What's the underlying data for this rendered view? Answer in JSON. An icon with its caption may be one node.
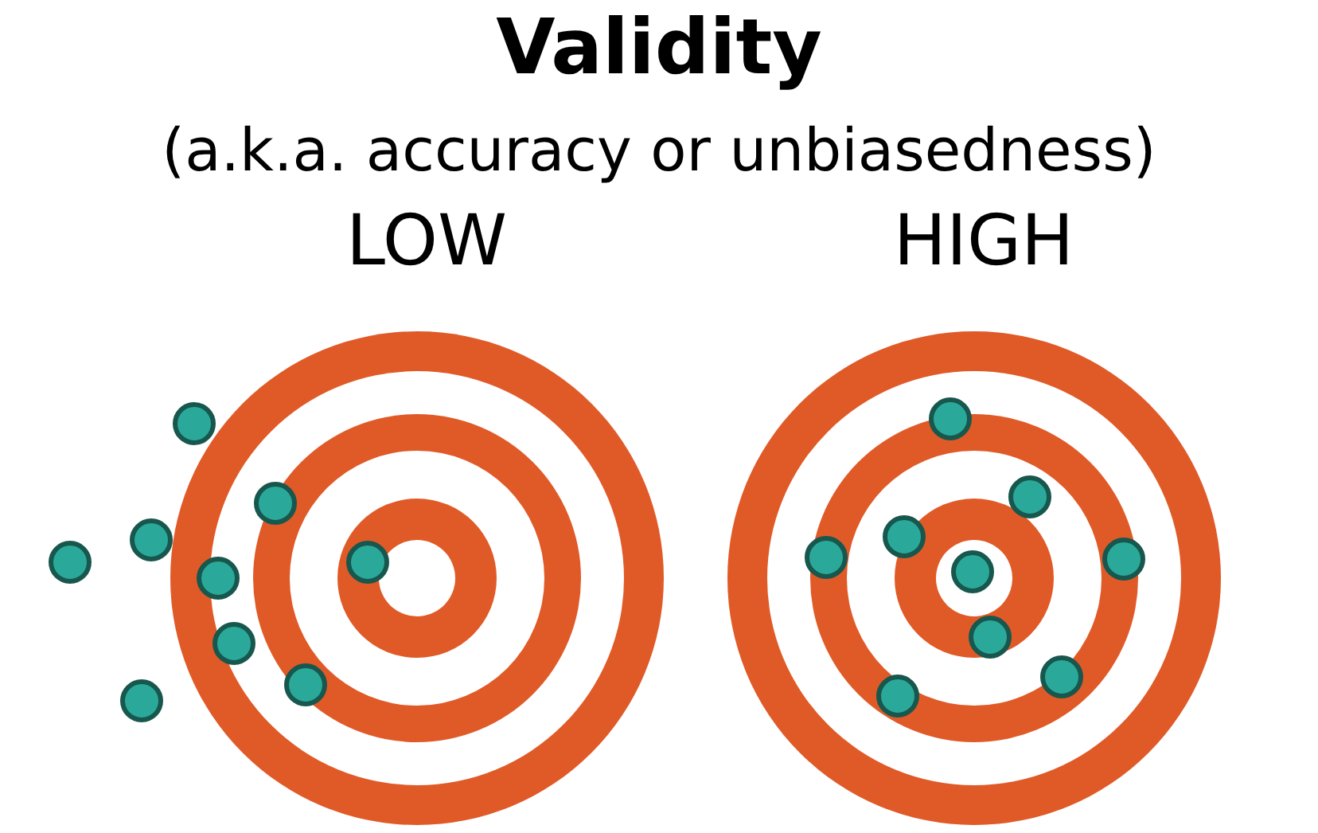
{
  "diagram": {
    "title": "Validity",
    "labels": [
      "(a.k.a. accuracy or unbiasedness)",
      "LOW",
      "HIGH"
    ]
  }
}
